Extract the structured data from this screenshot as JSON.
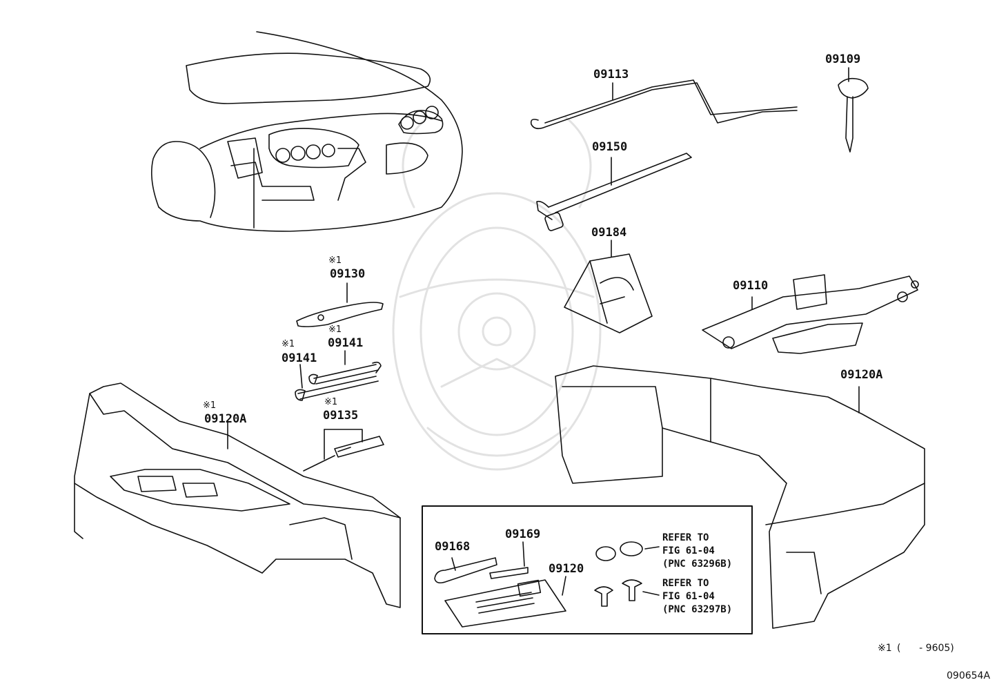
{
  "labels": {
    "p09113": "09113",
    "p09109": "09109",
    "p09150": "09150",
    "p09184": "09184",
    "p09110": "09110",
    "p09130": "09130",
    "p09141_top": "09141",
    "p09141_left": "09141",
    "p09135": "09135",
    "p09120A_left": "09120A",
    "p09120A_right": "09120A",
    "p09168": "09168",
    "p09169": "09169",
    "p09120": "09120"
  },
  "marks": {
    "m09130": "※1",
    "m09141_top": "※1",
    "m09141_left": "※1",
    "m09135": "※1",
    "m09120A_left": "※1"
  },
  "refs": {
    "ref1_line1": "REFER TO",
    "ref1_line2": "FIG 61-04",
    "ref1_line3": "(PNC 63296B)",
    "ref2_line1": "REFER TO",
    "ref2_line2": "FIG 61-04",
    "ref2_line3": "(PNC 63297B)"
  },
  "footnote": {
    "mark": "※1",
    "range": "(      - 9605)"
  },
  "figure_id": "090654A",
  "colors": {
    "ink": "#111111",
    "paper": "#ffffff",
    "watermark": "#e6e6e6"
  }
}
